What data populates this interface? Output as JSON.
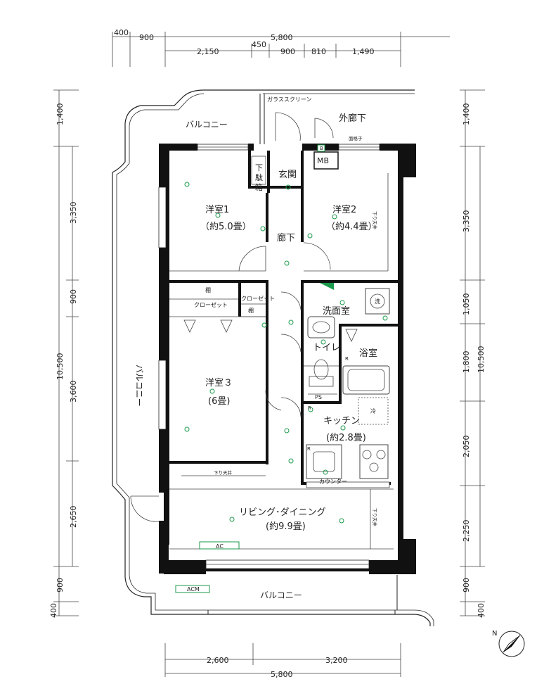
{
  "dimensions": {
    "top_row1": [
      "400",
      "900",
      "5,800"
    ],
    "top_row2": [
      "2,150",
      "450",
      "900",
      "810",
      "1,490"
    ],
    "left": [
      "1,400",
      "3,350",
      "900",
      "3,600",
      "10,500",
      "2,650",
      "900",
      "400"
    ],
    "right": [
      "1,400",
      "3,350",
      "1,050",
      "1,800",
      "10,500",
      "2,050",
      "2,250",
      "900",
      "400"
    ],
    "bottom_row1": [
      "2,600",
      "3,200"
    ],
    "bottom_row2": [
      "5,800"
    ]
  },
  "rooms": {
    "bedroom1": {
      "name": "洋室1",
      "size": "（約5.0畳）"
    },
    "bedroom2": {
      "name": "洋室2",
      "size": "（約4.4畳）"
    },
    "bedroom3": {
      "name": "洋室３",
      "size": "(6畳)"
    },
    "entrance": "玄関",
    "shoe_box": "下駄箱",
    "hallway": "廊下",
    "washroom": "洗面室",
    "toilet": "トイレ",
    "bath": "浴室",
    "kitchen": {
      "name": "キッチン",
      "size": "(約2.8畳)"
    },
    "living": {
      "name": "リビング･ダイニング",
      "size": "(約9.9畳)"
    },
    "mb": "MB",
    "ps": "PS"
  },
  "labels": {
    "glass_screen": "ガラススクリーン",
    "outer_corridor": "外廊下",
    "balcony_top": "バルコニー",
    "balcony_left": "バルコニー",
    "balcony_bottom": "バルコニー",
    "shelf1": "棚",
    "closet1": "クローゼット",
    "closet2": "クローゼット",
    "shelf2": "棚",
    "counter": "カウンター",
    "ac": "AC",
    "acm": "ACM",
    "lattice": "面格子",
    "dropped_ceiling": "下り天井",
    "dropped_ceiling2": "下り天井",
    "dropped_ceiling3": "下り天井",
    "north": "N",
    "wash_symbol": "洗",
    "fridge_symbol": "冷",
    "r1": "R",
    "r2": "R",
    "r3": "R",
    "b": "B"
  },
  "colors": {
    "accent": "#1a9a4a"
  }
}
